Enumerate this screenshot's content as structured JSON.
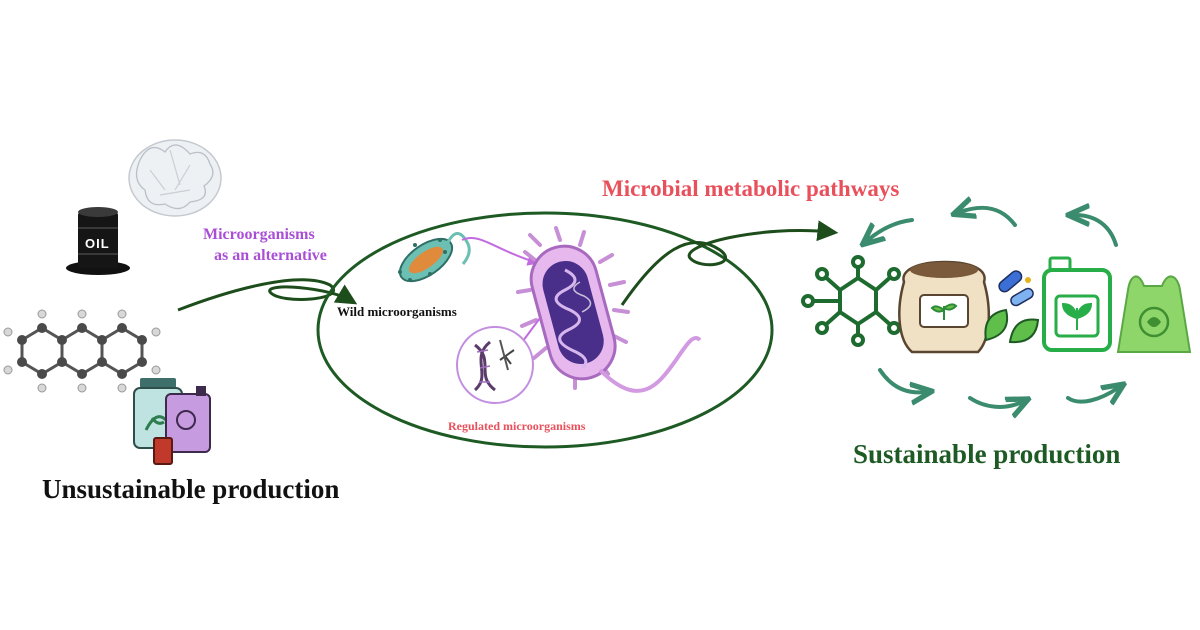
{
  "labels": {
    "unsustainable": "Unsustainable production",
    "sustainable": "Sustainable production",
    "pathways": "Microbial metabolic pathways",
    "alternative_line1": "Microorganisms",
    "alternative_line2": "as an alternative",
    "wild": "Wild microorganisms",
    "regulated": "Regulated microorganisms",
    "oil_barrel_text": "OIL"
  },
  "icons": {
    "left": [
      "plastic-bottles-icon",
      "oil-barrel-icon",
      "hydrocarbon-molecule-icon",
      "chemical-containers-icon"
    ],
    "right": [
      "molecular-network-icon",
      "fertilizer-bag-icon",
      "medicine-leaf-icon",
      "bio-jerrycan-icon",
      "biodegradable-bag-icon"
    ],
    "center": [
      "wild-bacterium-icon",
      "regulated-bacterium-icon",
      "dna-editing-icon"
    ]
  },
  "colors": {
    "dark_green": "#1e5a24",
    "arrow_green": "#3b8c6e",
    "pink_red": "#e8505b",
    "purple": "#a94fd6"
  }
}
